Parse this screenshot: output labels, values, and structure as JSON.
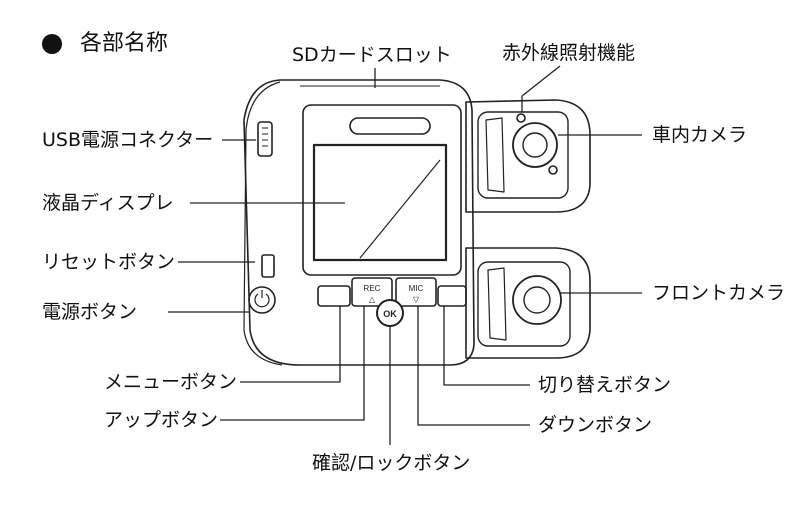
{
  "heading": "各部名称",
  "labels": {
    "sd_slot": "SDカードスロット",
    "infrared": "赤外線照射機能",
    "usb": "USB電源コネクター",
    "lcd": "液晶ディスプレ",
    "reset": "リセットボタン",
    "power": "電源ボタン",
    "interior_camera": "車内カメラ",
    "front_camera": "フロントカメラ",
    "menu": "メニューボタン",
    "up": "アップボタン",
    "confirm_lock": "確認/ロックボタン",
    "switch": "切り替えボタン",
    "down": "ダウンボタン"
  },
  "device_text": {
    "rec": "REC",
    "mic": "MIC",
    "ok": "OK",
    "up_arrow": "△",
    "down_arrow": "▽"
  }
}
